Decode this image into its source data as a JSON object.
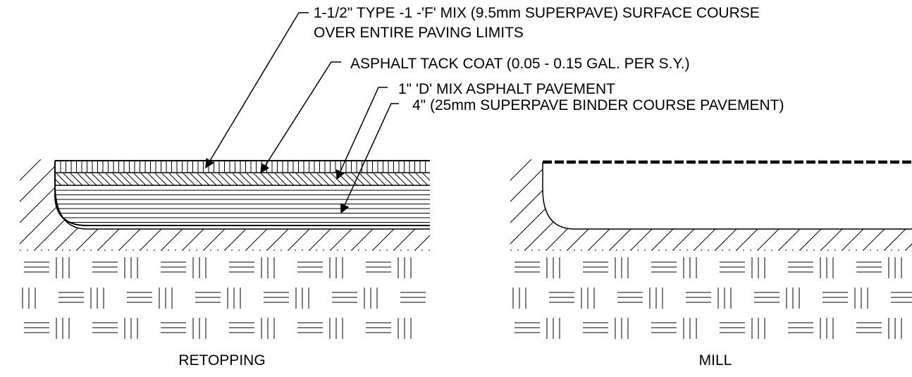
{
  "callouts": [
    {
      "id": "surface-course",
      "lines": [
        "1-1/2\"  TYPE -1 -'F' MIX (9.5mm SUPERPAVE) SURFACE COURSE",
        "OVER ENTIRE PAVING LIMITS"
      ]
    },
    {
      "id": "tack-coat",
      "lines": [
        "ASPHALT TACK COAT (0.05 - 0.15 GAL. PER S.Y.)"
      ]
    },
    {
      "id": "d-mix",
      "lines": [
        "1\"  'D' MIX ASPHALT PAVEMENT"
      ]
    },
    {
      "id": "binder-course",
      "lines": [
        "4\"  (25mm SUPERPAVE BINDER COURSE PAVEMENT)"
      ]
    }
  ],
  "sections": {
    "left": {
      "title": "RETOPPING"
    },
    "right": {
      "title": "MILL"
    }
  },
  "colors": {
    "ink": "#000000",
    "paper": "#ffffff"
  }
}
